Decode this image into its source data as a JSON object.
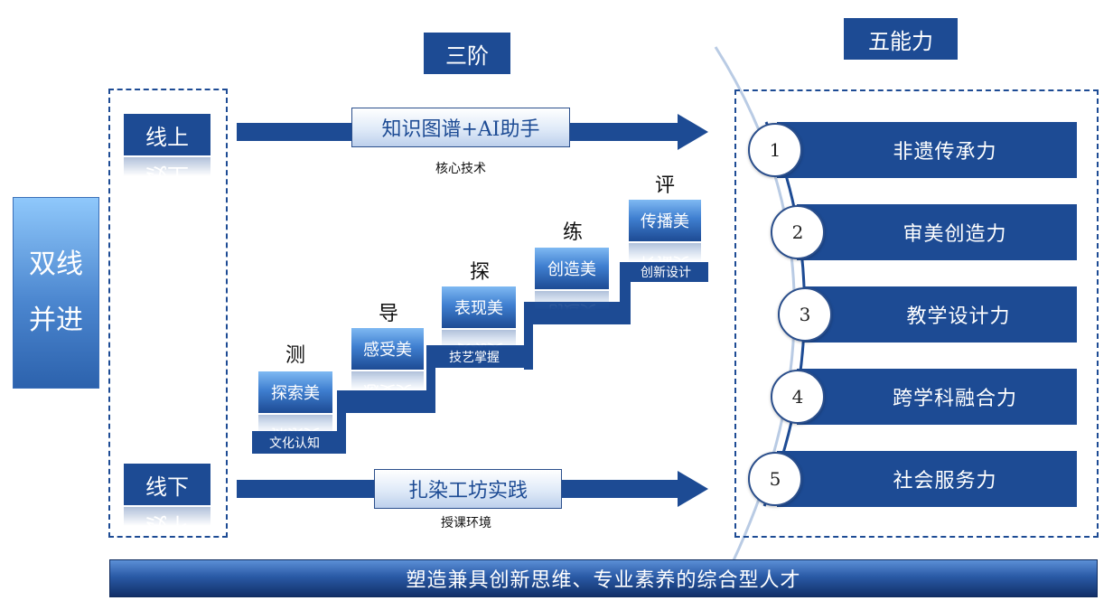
{
  "left_panel": {
    "line1": "双线",
    "line2": "并进"
  },
  "headers": {
    "three_stages": "三阶",
    "five_abilities": "五能力"
  },
  "online": {
    "label": "线上",
    "arrow_box": "知识图谱+AI助手",
    "caption": "核心技术"
  },
  "offline": {
    "label": "线下",
    "arrow_box": "扎染工坊实践",
    "caption": "授课环境"
  },
  "stages": [
    {
      "verb": "测",
      "box": "探索美",
      "tag": "文化认知"
    },
    {
      "verb": "导",
      "box": "感受美",
      "tag": ""
    },
    {
      "verb": "探",
      "box": "表现美",
      "tag": "技艺掌握"
    },
    {
      "verb": "练",
      "box": "创造美",
      "tag": ""
    },
    {
      "verb": "评",
      "box": "传播美",
      "tag": "创新设计"
    }
  ],
  "abilities": [
    {
      "num": "1",
      "label": "非遗传承力"
    },
    {
      "num": "2",
      "label": "审美创造力"
    },
    {
      "num": "3",
      "label": "教学设计力"
    },
    {
      "num": "4",
      "label": "跨学科融合力"
    },
    {
      "num": "5",
      "label": "社会服务力"
    }
  ],
  "bottom_banner": "塑造兼具创新思维、专业素养的综合型人才",
  "colors": {
    "navy": "#1d4b94",
    "light_blue": "#7fb9f2",
    "arc": "#9ab3d6"
  }
}
